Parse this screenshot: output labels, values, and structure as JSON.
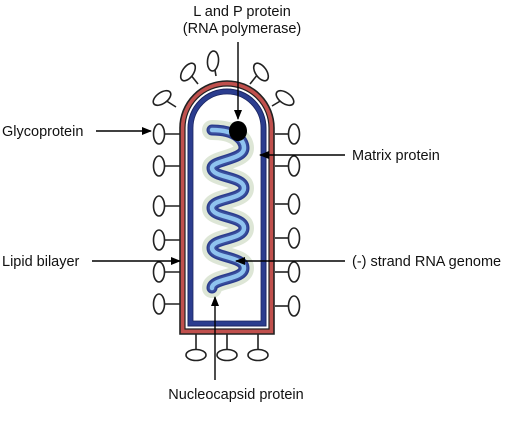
{
  "labels": {
    "polymerase_line1": "L and P protein",
    "polymerase_line2": "(RNA polymerase)",
    "glycoprotein": "Glycoprotein",
    "matrix_protein": "Matrix protein",
    "lipid_bilayer": "Lipid bilayer",
    "rna_genome": "(-) strand RNA genome",
    "nucleocapsid": "Nucleocapsid protein"
  },
  "colors": {
    "lipid_bilayer_outer": "#c0504d",
    "matrix_layer": "#2b3d8f",
    "nucleocapsid_dark": "#3a4f9e",
    "nucleocapsid_light": "#8fc3ef",
    "rna_core": "#dde6d6",
    "polymerase": "#000000",
    "outline": "#222222"
  }
}
